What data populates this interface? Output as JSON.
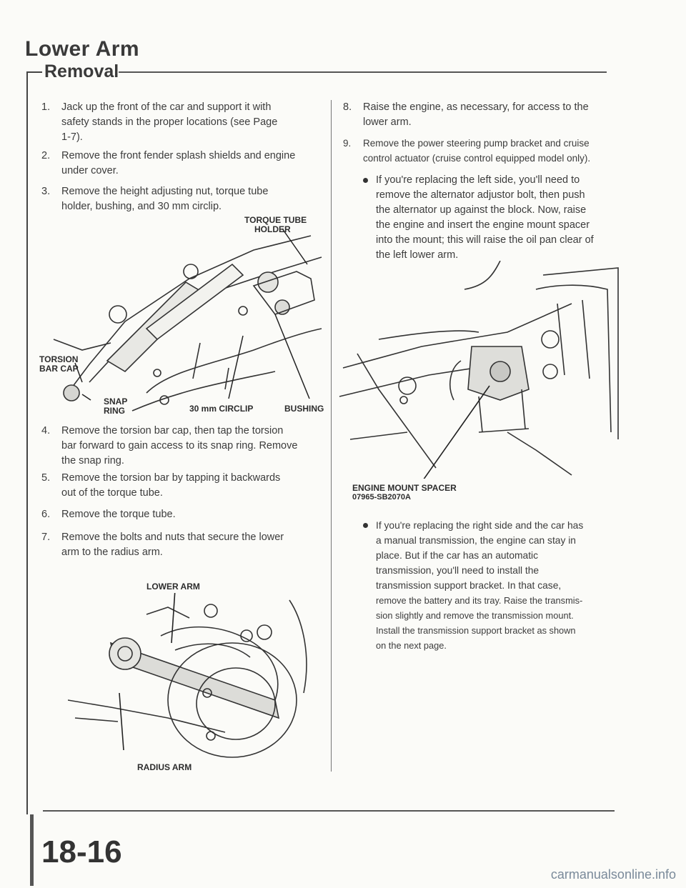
{
  "title": "Lower Arm",
  "section": "Removal",
  "left_steps": [
    {
      "num": "1.",
      "lines": [
        "Jack up the front of the car and support it with",
        "safety stands in the proper locations (see Page",
        "1-7)."
      ]
    },
    {
      "num": "2.",
      "lines": [
        "Remove the front fender splash shields and engine",
        "under cover."
      ]
    },
    {
      "num": "3.",
      "lines": [
        "Remove the height adjusting nut, torque tube",
        "holder, bushing, and 30 mm circlip."
      ]
    },
    {
      "num": "4.",
      "lines": [
        "Remove the torsion bar cap, then tap the torsion",
        "bar forward to gain access to its snap ring. Remove",
        "the snap ring."
      ]
    },
    {
      "num": "5.",
      "lines": [
        "Remove the torsion bar by tapping it backwards",
        "out of the torque tube."
      ]
    },
    {
      "num": "6.",
      "lines": [
        "Remove the torque tube."
      ]
    },
    {
      "num": "7.",
      "lines": [
        "Remove the bolts and nuts that secure the lower",
        "arm to the radius arm."
      ]
    }
  ],
  "right_steps": [
    {
      "num": "8.",
      "lines": [
        "Raise the engine, as necessary, for access to the",
        "lower arm."
      ]
    },
    {
      "num": "9.",
      "lines": [
        "Remove the power steering pump bracket and cruise",
        "control actuator (cruise control equipped model only)."
      ]
    }
  ],
  "bullets": [
    {
      "lines": [
        "If you're replacing the left side, you'll need to",
        "remove the alternator adjustor bolt, then push",
        "the alternator up against the block. Now, raise",
        "the engine and insert the engine mount spacer",
        "into the mount; this will raise the oil pan clear of",
        "the left lower arm."
      ]
    },
    {
      "lines": [
        "If you're replacing the right side and the car has",
        "a manual transmission, the engine can stay in",
        "place. But if the car has an automatic",
        "transmission, you'll need to install the",
        "transmission support bracket. In that case,",
        "remove the battery and its tray. Raise the transmis-",
        "sion slightly and remove the transmission mount.",
        "Install the transmission support bracket as shown",
        "on the next page."
      ]
    }
  ],
  "figure1_labels": {
    "torque_tube_holder_1": "TORQUE TUBE",
    "torque_tube_holder_2": "HOLDER",
    "torsion_bar_cap_1": "TORSION",
    "torsion_bar_cap_2": "BAR CAP",
    "snap_ring_1": "SNAP",
    "snap_ring_2": "RING",
    "circlip": "30 mm CIRCLIP",
    "bushing": "BUSHING"
  },
  "figure2_labels": {
    "lower_arm": "LOWER ARM",
    "radius_arm": "RADIUS ARM"
  },
  "figure3_labels": {
    "spacer_name": "ENGINE MOUNT SPACER",
    "spacer_part": "07965-SB2070A"
  },
  "page_number": "18-16",
  "footer": "carmanualsonline.info"
}
